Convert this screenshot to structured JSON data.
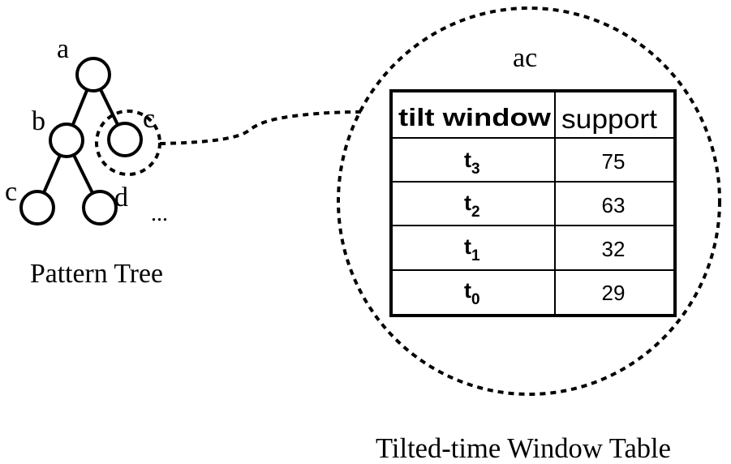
{
  "tree": {
    "nodes": [
      {
        "id": "a",
        "label": "a"
      },
      {
        "id": "b",
        "label": "b"
      },
      {
        "id": "c-right",
        "label": "c"
      },
      {
        "id": "c-left",
        "label": "c"
      },
      {
        "id": "d",
        "label": "d"
      }
    ],
    "edges": [
      [
        "a",
        "b"
      ],
      [
        "a",
        "c-right"
      ],
      [
        "b",
        "c-left"
      ],
      [
        "b",
        "d"
      ]
    ],
    "ellipsis": "...",
    "caption": "Pattern Tree",
    "highlighted_node": "c-right"
  },
  "magnifier": {
    "pattern_label": "ac",
    "caption": "Tilted-time Window Table"
  },
  "table": {
    "headers": {
      "col1": "tilt window",
      "col2": "support"
    },
    "rows": [
      {
        "t": "t",
        "sub": "3",
        "support": "75"
      },
      {
        "t": "t",
        "sub": "2",
        "support": "63"
      },
      {
        "t": "t",
        "sub": "1",
        "support": "32"
      },
      {
        "t": "t",
        "sub": "0",
        "support": "29"
      }
    ]
  }
}
